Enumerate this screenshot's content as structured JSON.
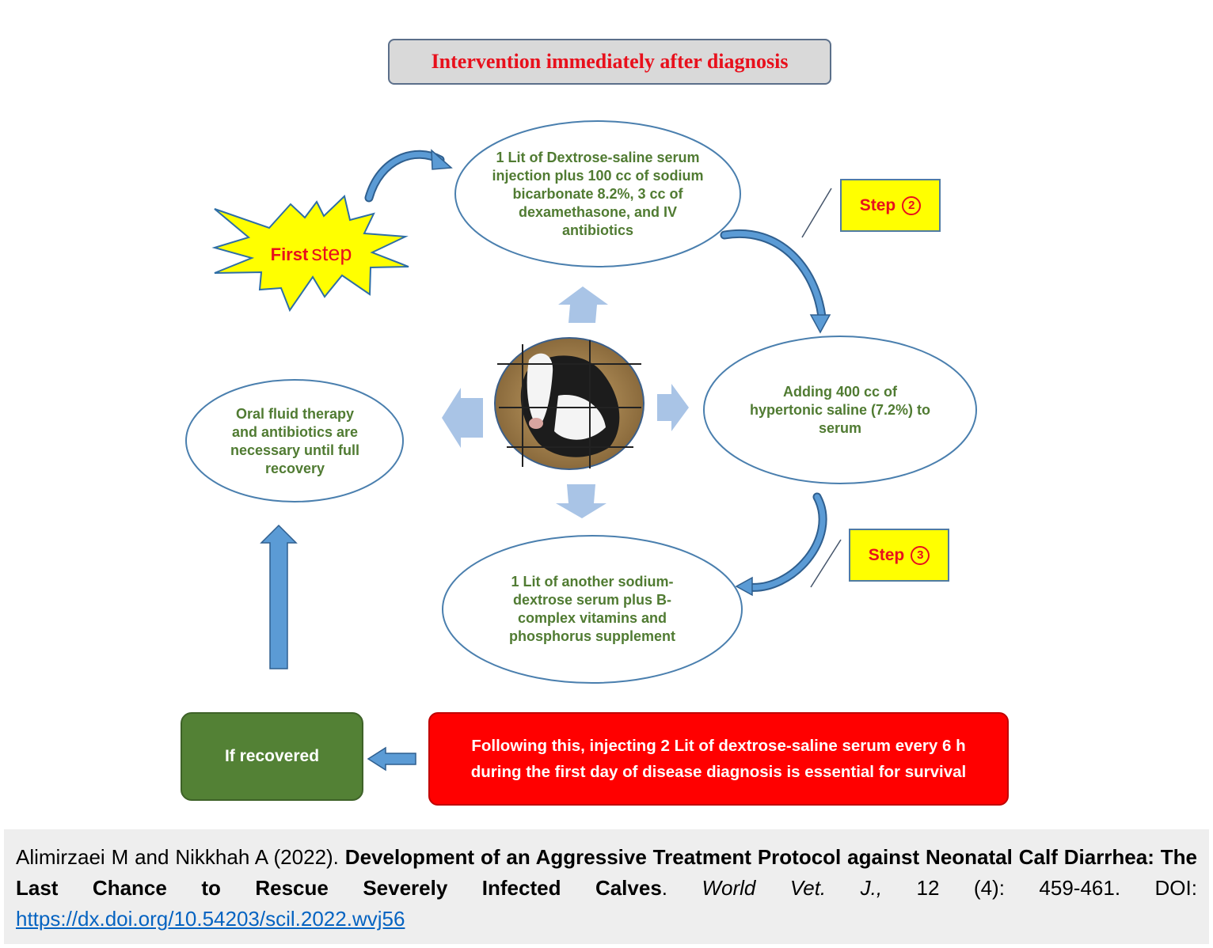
{
  "title": "Intervention immediately after diagnosis",
  "first_step": {
    "word1": "First",
    "word2": "step"
  },
  "steps": [
    {
      "text": "1 Lit of Dextrose-saline serum injection plus 100 cc of sodium bicarbonate 8.2%, 3 cc of dexamethasone, and IV antibiotics"
    },
    {
      "text": "Adding 400 cc of hypertonic saline (7.2%) to serum"
    },
    {
      "text": "1 Lit of another sodium-dextrose serum plus B-complex vitamins and phosphorus supplement"
    },
    {
      "text": "Oral fluid therapy and antibiotics are necessary until full recovery"
    }
  ],
  "step_labels": [
    {
      "label": "Step",
      "number": "2"
    },
    {
      "label": "Step",
      "number": "3"
    }
  ],
  "following": "Following this, injecting 2 Lit of dextrose-saline serum every 6 h during the first day of disease diagnosis is essential for survival",
  "if_recovered": "If recovered",
  "citation": {
    "authors": "Alimirzaei M and Nikkhah A (2022). ",
    "title": "Development of an Aggressive Treatment Protocol against Neonatal Calf Diarrhea: The Last Chance to Rescue Severely Infected Calves",
    "journal": "World Vet. J.,",
    "volume": " 12 (4): 459-461. DOI: ",
    "doi_link": "https://dx.doi.org/10.54203/scil.2022.wvj56"
  },
  "colors": {
    "title_red": "#e8101c",
    "text_green": "#507b32",
    "ellipse_border": "#4a7fae",
    "arrow_blue": "#5b9bd5",
    "light_arrow": "#a9c4e6",
    "step_yellow": "#ffff00",
    "recovered_green": "#538135",
    "following_red": "#ff0000"
  }
}
